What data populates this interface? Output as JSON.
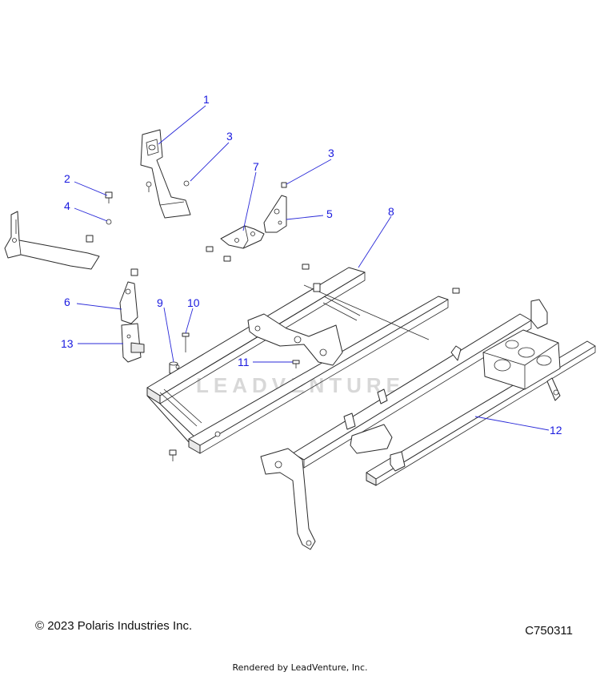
{
  "watermark": "LEADVENTURE",
  "callouts": {
    "c1": "1",
    "c2": "2",
    "c3a": "3",
    "c3b": "3",
    "c4": "4",
    "c5": "5",
    "c6": "6",
    "c7": "7",
    "c8": "8",
    "c9": "9",
    "c10": "10",
    "c11": "11",
    "c12": "12",
    "c13": "13"
  },
  "footer": {
    "copyright": "© 2023 Polaris Industries Inc.",
    "diagram_code": "C750311",
    "rendered_by": "Rendered by LeadVenture, Inc."
  }
}
